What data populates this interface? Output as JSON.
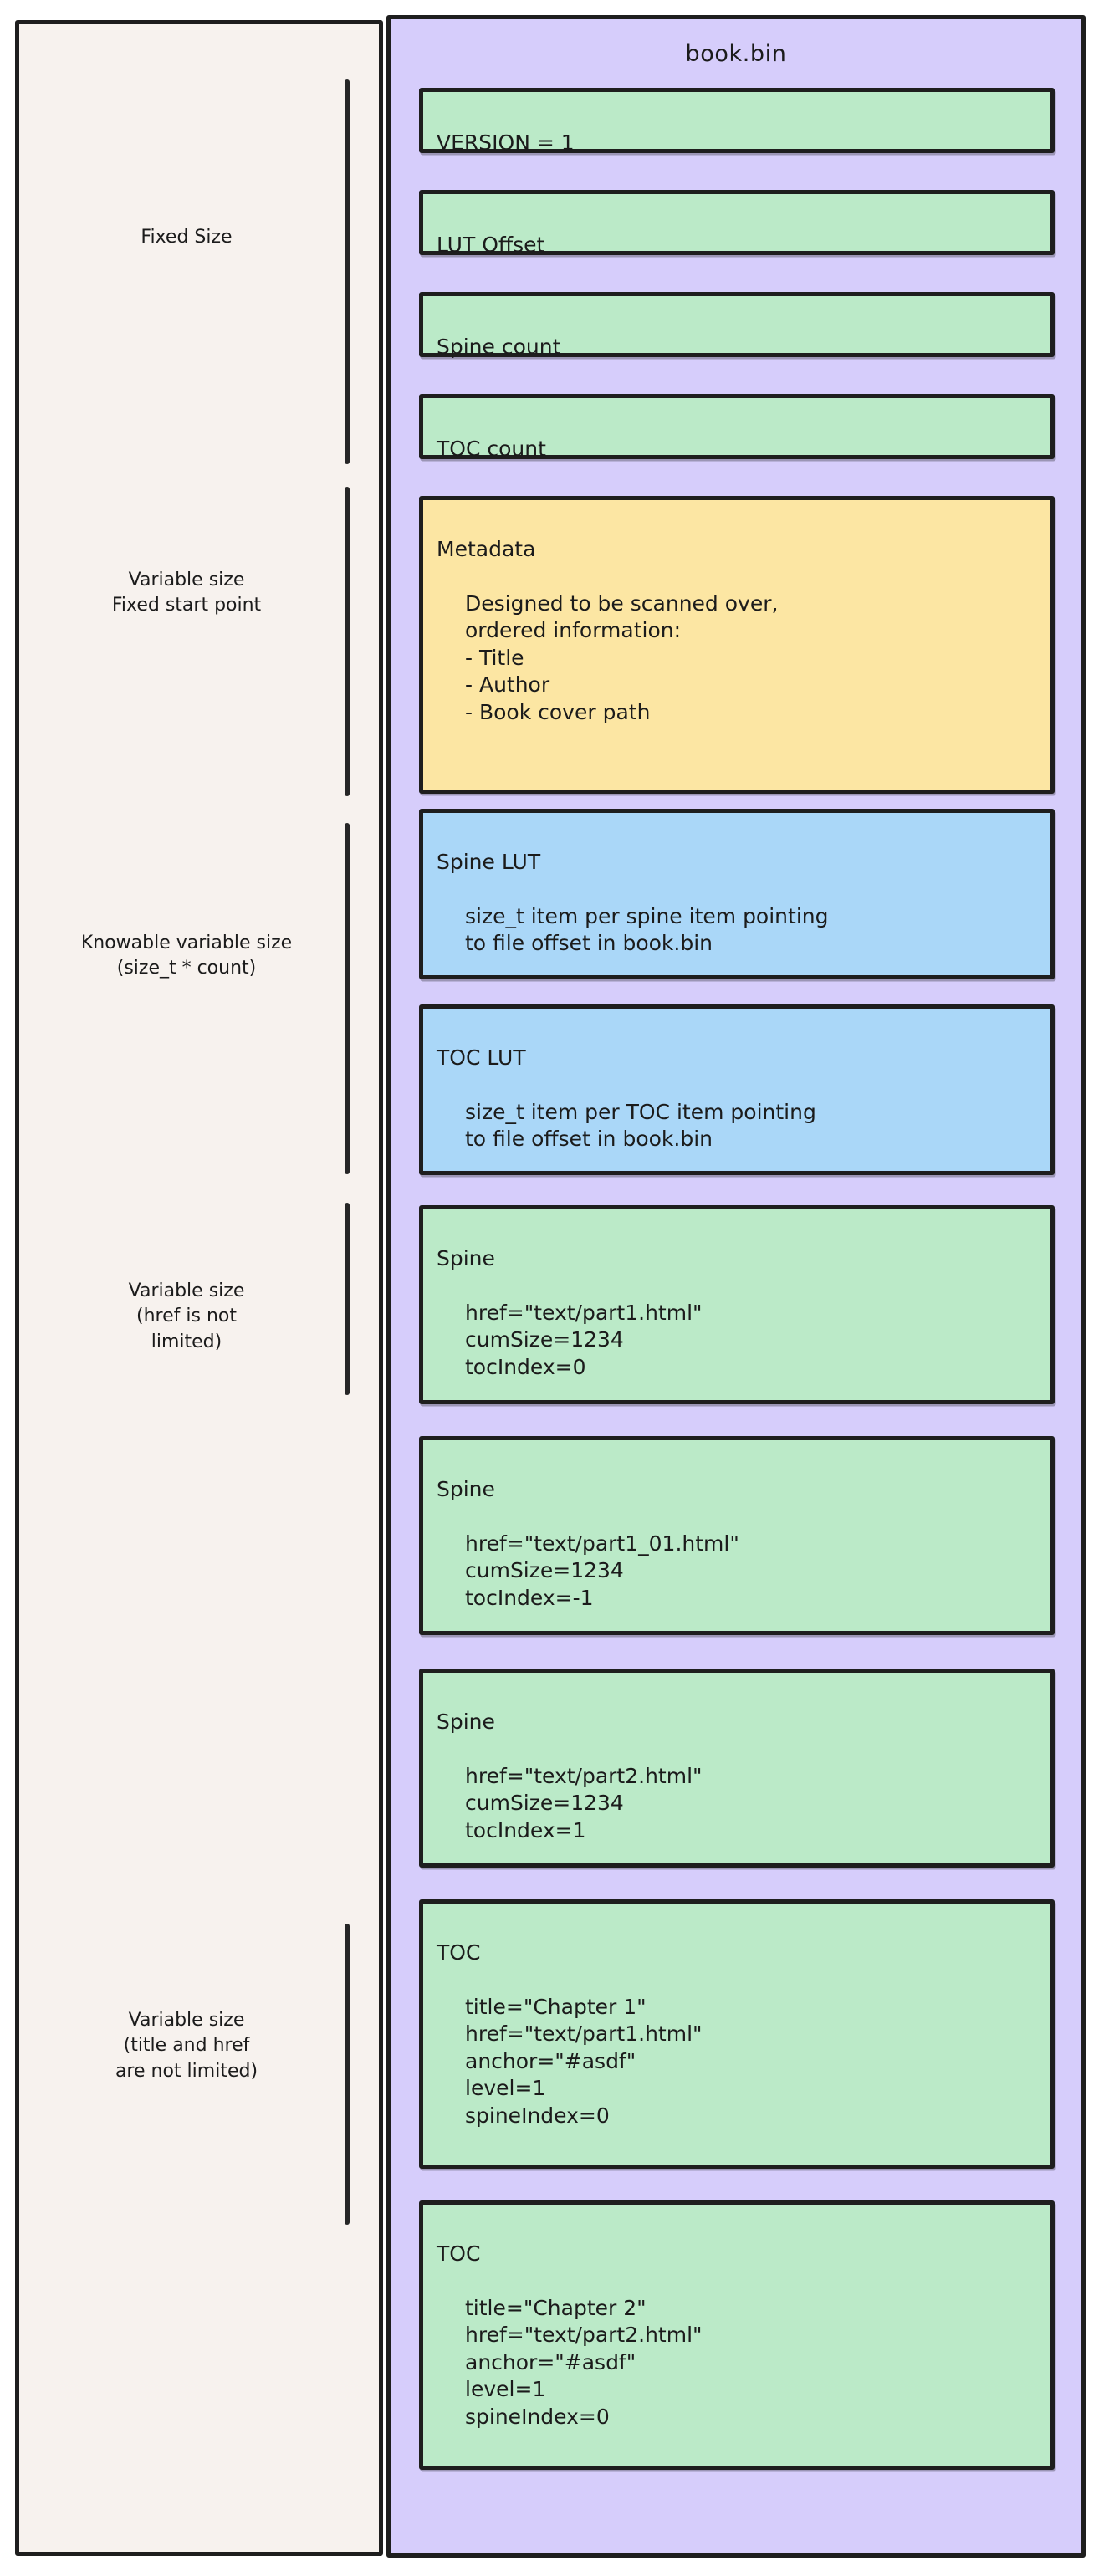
{
  "file": {
    "title": "book.bin"
  },
  "groups": [
    {
      "label": "Fixed Size"
    },
    {
      "label": "Variable size\nFixed start point"
    },
    {
      "label": "Knowable variable size\n(size_t * count)"
    },
    {
      "label": "Variable size\n(href is not\nlimited)"
    },
    {
      "label": "Variable size\n(title and href\nare not limited)"
    }
  ],
  "sections": [
    {
      "id": "version",
      "kind": "header-field",
      "color": "green",
      "title": "VERSION = 1",
      "body": ""
    },
    {
      "id": "lut-offset",
      "kind": "header-field",
      "color": "green",
      "title": "LUT Offset",
      "body": ""
    },
    {
      "id": "spine-count",
      "kind": "header-field",
      "color": "green",
      "title": "Spine count",
      "body": ""
    },
    {
      "id": "toc-count",
      "kind": "header-field",
      "color": "green",
      "title": "TOC count",
      "body": ""
    },
    {
      "id": "metadata",
      "kind": "block",
      "color": "yellow",
      "title": "Metadata",
      "body": "Designed to be scanned over,\nordered information:\n   - Title\n   - Author\n   - Book cover path"
    },
    {
      "id": "spine-lut",
      "kind": "block",
      "color": "blue",
      "title": "Spine LUT",
      "body": "size_t item per spine item pointing\nto file offset in book.bin"
    },
    {
      "id": "toc-lut",
      "kind": "block",
      "color": "blue",
      "title": "TOC LUT",
      "body": "size_t item per TOC item pointing\nto file offset in book.bin"
    },
    {
      "id": "spine-1",
      "kind": "block",
      "color": "green",
      "title": "Spine",
      "body": "href=\"text/part1.html\"\ncumSize=1234\ntocIndex=0"
    },
    {
      "id": "spine-2",
      "kind": "block",
      "color": "green",
      "title": "Spine",
      "body": "href=\"text/part1_01.html\"\ncumSize=1234\ntocIndex=-1"
    },
    {
      "id": "spine-3",
      "kind": "block",
      "color": "green",
      "title": "Spine",
      "body": "href=\"text/part2.html\"\ncumSize=1234\ntocIndex=1"
    },
    {
      "id": "toc-1",
      "kind": "block",
      "color": "green",
      "title": "TOC",
      "body": "title=\"Chapter 1\"\nhref=\"text/part1.html\"\nanchor=\"#asdf\"\nlevel=1\nspineIndex=0"
    },
    {
      "id": "toc-2",
      "kind": "block",
      "color": "green",
      "title": "TOC",
      "body": "title=\"Chapter 2\"\nhref=\"text/part2.html\"\nanchor=\"#asdf\"\nlevel=1\nspineIndex=0"
    }
  ],
  "colors": {
    "page_background": "#ffffff",
    "left_panel": "#f7f2ee",
    "right_panel": "#d6cdfb",
    "green": "#bbeac8",
    "yellow": "#fce6a3",
    "blue": "#aad7f8",
    "stroke": "#1e1e1e"
  }
}
